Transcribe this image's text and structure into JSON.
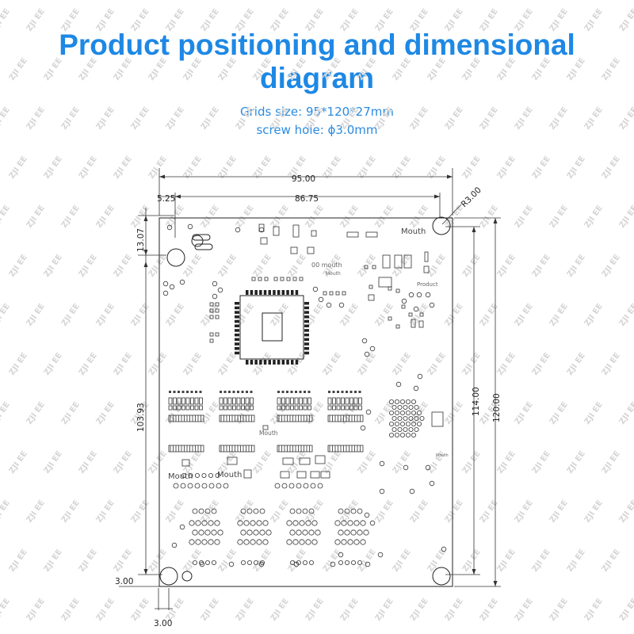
{
  "header": {
    "title": "Product positioning and dimensional diagram",
    "grid_size": "Grids size: 95*120*27mm",
    "screw_hole": "screw hole: ϕ3.0mm"
  },
  "watermark": {
    "text": "ZJI EE"
  },
  "dimensions": {
    "width_total": "95.00",
    "width_inner": "86.75",
    "left_offset": "5.25",
    "corner_radius": "R3.00",
    "top_offset": "13.07",
    "height_inner": "103.93",
    "height_mid": "114.00",
    "height_total": "120.00",
    "bottom_offset": "3.00",
    "left_bottom_offset": "3.00"
  },
  "board_labels": {
    "mouth_top": "Mouth",
    "mouth_center": "00 mouth",
    "mouth_small": "Mouth",
    "product": "Product",
    "mouth_mid": "Mouth",
    "mouth_left": "Mouth",
    "mouth_left2": "Mouth",
    "mouth_right": "Mouth"
  },
  "colors": {
    "title": "#1e88e5",
    "spec": "#2b8be0",
    "board_line": "#222222",
    "watermark": "#d6d6d6"
  }
}
